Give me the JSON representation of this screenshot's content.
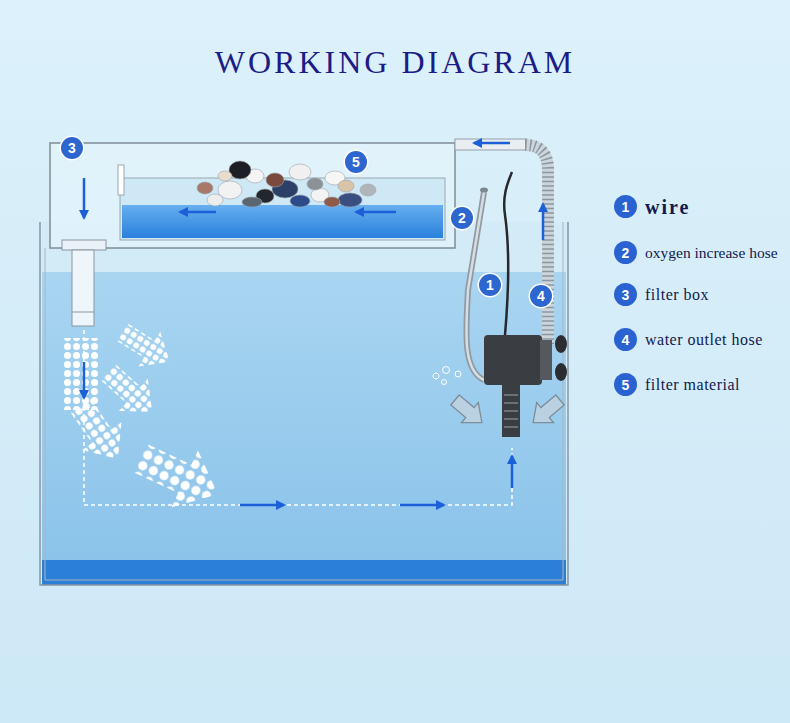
{
  "diagram": {
    "title": "WORKING DIAGRAM",
    "nodes": [
      {
        "text": [
          "3"
        ]
      },
      {
        "text": [
          "5"
        ]
      },
      {
        "text": [
          "2"
        ]
      },
      {
        "text": [
          "1"
        ]
      },
      {
        "text": [
          "4"
        ]
      },
      {
        "text": [
          "1",
          "wire"
        ]
      },
      {
        "text": [
          "2",
          "oxygen increase hose"
        ]
      },
      {
        "text": [
          "3",
          "filter box"
        ]
      },
      {
        "text": [
          "4",
          "water outlet hose"
        ]
      },
      {
        "text": [
          "5",
          "filter material"
        ]
      }
    ]
  }
}
